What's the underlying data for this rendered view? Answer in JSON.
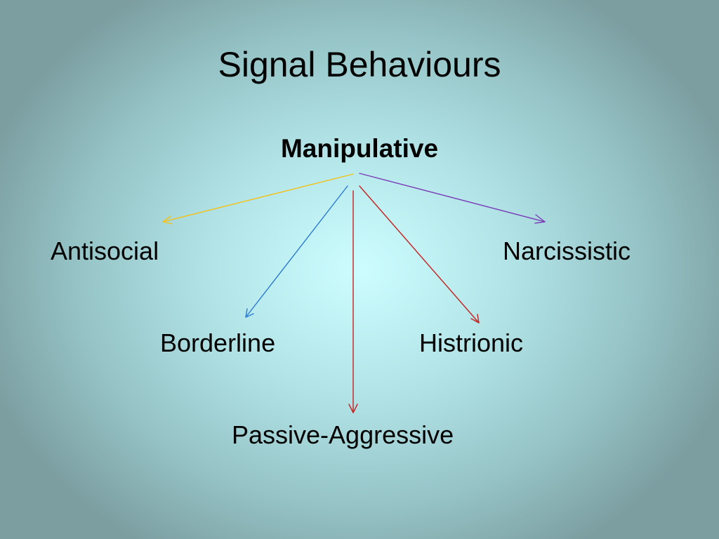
{
  "title": "Signal Behaviours",
  "root": "Manipulative",
  "nodes": {
    "antisocial": "Antisocial",
    "narcissistic": "Narcissistic",
    "borderline": "Borderline",
    "histrionic": "Histrionic",
    "passive_aggressive": "Passive-Aggressive"
  },
  "colors": {
    "antisocial": "#f2c21a",
    "narcissistic": "#7a3db8",
    "borderline": "#2a7ad2",
    "histrionic": "#c8201e",
    "passive_aggressive": "#c8201e"
  }
}
